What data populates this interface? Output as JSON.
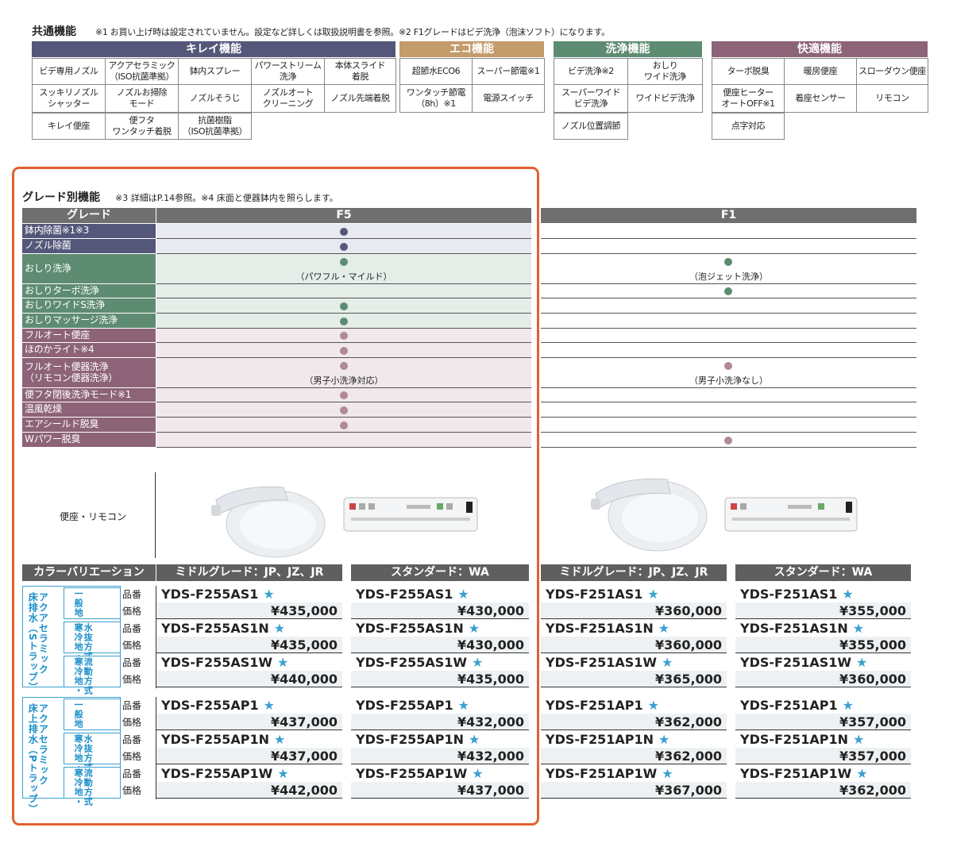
{
  "common": {
    "title": "共通機能",
    "note": "※1 お買い上げ時は設定されていません。設定など詳しくは取扱説明書を参照。※2 F1グレードはビデ洗浄（泡沫ソフト）になります。",
    "categories": [
      {
        "name": "キレイ機能",
        "color": "#55577a",
        "cells": [
          "ビデ専用ノズル",
          "アクアセラミック\n（ISO抗菌準拠）",
          "鉢内スプレー",
          "パワーストリーム\n洗浄",
          "本体スライド\n着脱",
          "スッキリノズル\nシャッター",
          "ノズルお掃除\nモード",
          "ノズルそうじ",
          "ノズルオート\nクリーニング",
          "ノズル先端着脱",
          "キレイ便座",
          "便フタ\nワンタッチ着脱",
          "抗菌樹脂\n（ISO抗菌準拠）"
        ]
      },
      {
        "name": "エコ機能",
        "color": "#c49b6a",
        "cells": [
          "超節水ECO6",
          "スーパー節電※1",
          "ワンタッチ節電\n（8h）※1",
          "電源スイッチ"
        ]
      },
      {
        "name": "洗浄機能",
        "color": "#5e8c72",
        "cells": [
          "ビデ洗浄※2",
          "おしり\nワイド洗浄",
          "スーパーワイド\nビデ洗浄",
          "ワイドビデ洗浄",
          "ノズル位置調節"
        ]
      },
      {
        "name": "快適機能",
        "color": "#8d6377",
        "cells": [
          "ターボ脱臭",
          "暖房便座",
          "スローダウン便座",
          "便座ヒーター\nオートOFF※1",
          "着座センサー",
          "リモコン",
          "点字対応"
        ]
      }
    ]
  },
  "grade": {
    "title": "グレード別機能",
    "note": "※3 詳細はP.14参照。※4 床面と便器鉢内を照らします。",
    "header_label": "グレード",
    "grades": [
      "F5",
      "F1"
    ],
    "rows": [
      {
        "label": "鉢内除菌※1※3",
        "f5": true,
        "f1": false
      },
      {
        "label": "ノズル除菌",
        "f5": true,
        "f1": false
      },
      {
        "label": "おしり洗浄",
        "f5": true,
        "f1": true,
        "f5_note": "（パワフル・マイルド）",
        "f1_note": "（泡ジェット洗浄）"
      },
      {
        "label": "おしりターボ洗浄",
        "f5": false,
        "f1": true
      },
      {
        "label": "おしりワイドS洗浄",
        "f5": true,
        "f1": false
      },
      {
        "label": "おしりマッサージ洗浄",
        "f5": true,
        "f1": false
      },
      {
        "label": "フルオート便座",
        "f5": true,
        "f1": false
      },
      {
        "label": "ほのかライト※4",
        "f5": true,
        "f1": false
      },
      {
        "label": "フルオート便器洗浄\n（リモコン便器洗浄）",
        "f5": true,
        "f1": true,
        "f5_note": "（男子小洗浄対応）",
        "f1_note": "（男子小洗浄なし）"
      },
      {
        "label": "便フタ閉後洗浄モード※1",
        "f5": true,
        "f1": false
      },
      {
        "label": "温風乾燥",
        "f5": true,
        "f1": false
      },
      {
        "label": "エアシールド脱臭",
        "f5": true,
        "f1": false
      },
      {
        "label": "Wパワー脱臭",
        "f5": false,
        "f1": true
      }
    ],
    "image_label": "便座・リモコン"
  },
  "pricing": {
    "variation_label": "カラーバリエーション",
    "columns": [
      "ミドルグレード：JP、JZ、JR",
      "スタンダード：WA",
      "ミドルグレード：JP、JZ、JR",
      "スタンダード：WA"
    ],
    "code_label": "品番",
    "price_label": "価格",
    "star": "★",
    "groups": [
      {
        "title": "アクアセラミック\n床排水（Sトラップ）",
        "types": [
          "一般地",
          "水抜方式\n寒冷地・",
          "流動方式\n寒冷地・"
        ],
        "rows": [
          {
            "codes": [
              "YDS-F255AS1",
              "YDS-F255AS1",
              "YDS-F251AS1",
              "YDS-F251AS1"
            ],
            "prices": [
              "¥435,000",
              "¥430,000",
              "¥360,000",
              "¥355,000"
            ]
          },
          {
            "codes": [
              "YDS-F255AS1N",
              "YDS-F255AS1N",
              "YDS-F251AS1N",
              "YDS-F251AS1N"
            ],
            "prices": [
              "¥435,000",
              "¥430,000",
              "¥360,000",
              "¥355,000"
            ]
          },
          {
            "codes": [
              "YDS-F255AS1W",
              "YDS-F255AS1W",
              "YDS-F251AS1W",
              "YDS-F251AS1W"
            ],
            "prices": [
              "¥440,000",
              "¥435,000",
              "¥365,000",
              "¥360,000"
            ]
          }
        ]
      },
      {
        "title": "アクアセラミック\n床上排水（Pトラップ）",
        "types": [
          "一般地",
          "水抜方式\n寒冷地・",
          "流動方式\n寒冷地・"
        ],
        "rows": [
          {
            "codes": [
              "YDS-F255AP1",
              "YDS-F255AP1",
              "YDS-F251AP1",
              "YDS-F251AP1"
            ],
            "prices": [
              "¥437,000",
              "¥432,000",
              "¥362,000",
              "¥357,000"
            ]
          },
          {
            "codes": [
              "YDS-F255AP1N",
              "YDS-F255AP1N",
              "YDS-F251AP1N",
              "YDS-F251AP1N"
            ],
            "prices": [
              "¥437,000",
              "¥432,000",
              "¥362,000",
              "¥357,000"
            ]
          },
          {
            "codes": [
              "YDS-F255AP1W",
              "YDS-F255AP1W",
              "YDS-F251AP1W",
              "YDS-F251AP1W"
            ],
            "prices": [
              "¥442,000",
              "¥437,000",
              "¥367,000",
              "¥362,000"
            ]
          }
        ]
      }
    ]
  },
  "colors": {
    "kirei": "#55577a",
    "eco": "#c49b6a",
    "senjo": "#5e8c72",
    "kaiteki": "#8d6377",
    "kirei_row": "#e9e9f1",
    "senjo_row": "#e5ede8",
    "kaiteki_row": "#f1e8ec",
    "frame": "#e0612f",
    "accent_blue": "#3aa0d0"
  }
}
